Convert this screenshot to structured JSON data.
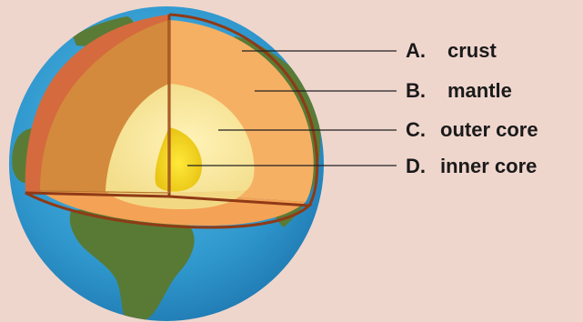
{
  "labels": [
    {
      "letter": "A.",
      "name": "crust"
    },
    {
      "letter": "B.",
      "name": "mantle"
    },
    {
      "letter": "C.",
      "name": "outer core"
    },
    {
      "letter": "D.",
      "name": "inner core"
    }
  ],
  "colors": {
    "background": "#efd6cd",
    "ocean": "#3a9fd0",
    "land": "#5a7a35",
    "crust": "#d46a3e",
    "mantle_light": "#f6b063",
    "mantle_dark": "#d48a3c",
    "outer_core": "#f6e49a",
    "inner_core": "#f2d21c",
    "boundary": "#8f3a16"
  }
}
